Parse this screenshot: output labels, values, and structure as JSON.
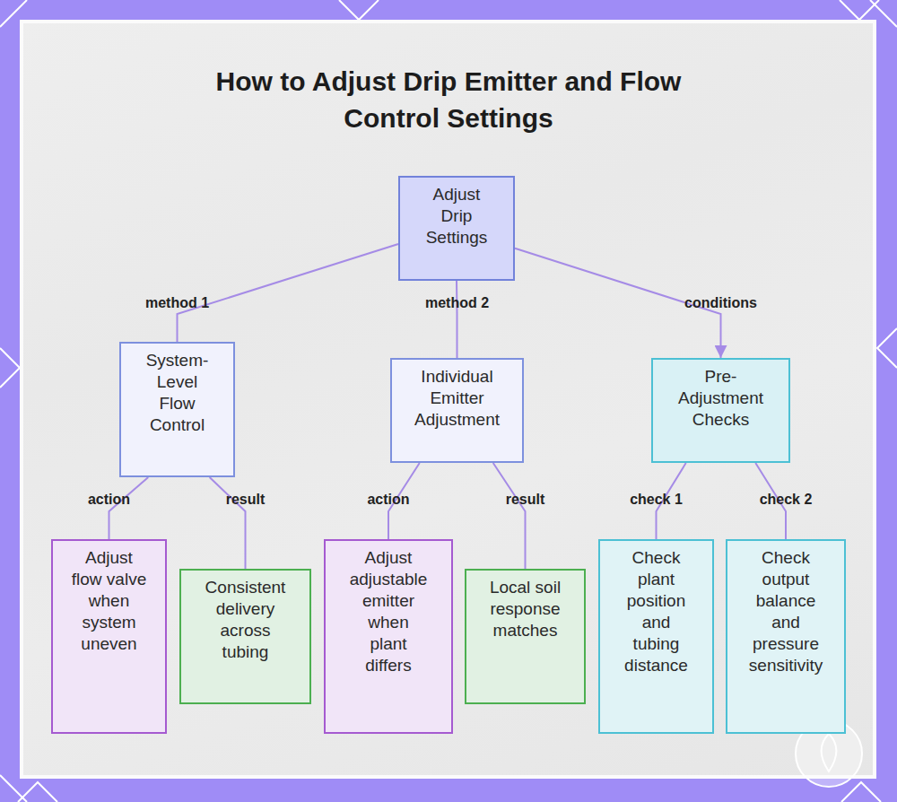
{
  "diagram": {
    "title": "How to Adjust Drip Emitter and Flow Control Settings",
    "nodes": [
      {
        "text": [
          "Adjust Drip Settings"
        ]
      },
      {
        "text": [
          "System-Level Flow Control"
        ]
      },
      {
        "text": [
          "Individual Emitter Adjustment"
        ]
      },
      {
        "text": [
          "Pre-Adjustment Checks"
        ]
      },
      {
        "text": [
          "Adjust flow valve when system uneven"
        ]
      },
      {
        "text": [
          "Consistent delivery across tubing"
        ]
      },
      {
        "text": [
          "Adjust adjustable emitter when plant differs"
        ]
      },
      {
        "text": [
          "Local soil response matches"
        ]
      },
      {
        "text": [
          "Check plant position and tubing distance"
        ]
      },
      {
        "text": [
          "Check output balance and pressure sensitivity"
        ]
      }
    ],
    "edges": [
      {
        "from": 0,
        "to": 1,
        "label": "method 1",
        "arrow": "none"
      },
      {
        "from": 0,
        "to": 2,
        "label": "method 2",
        "arrow": "none"
      },
      {
        "from": 0,
        "to": 3,
        "label": "conditions",
        "arrow": "to"
      },
      {
        "from": 1,
        "to": 4,
        "label": "action",
        "arrow": "none"
      },
      {
        "from": 1,
        "to": 5,
        "label": "result",
        "arrow": "none"
      },
      {
        "from": 2,
        "to": 6,
        "label": "action",
        "arrow": "none"
      },
      {
        "from": 2,
        "to": 7,
        "label": "result",
        "arrow": "none"
      },
      {
        "from": 3,
        "to": 8,
        "label": "check 1",
        "arrow": "none"
      },
      {
        "from": 3,
        "to": 9,
        "label": "check 2",
        "arrow": "none"
      }
    ]
  }
}
